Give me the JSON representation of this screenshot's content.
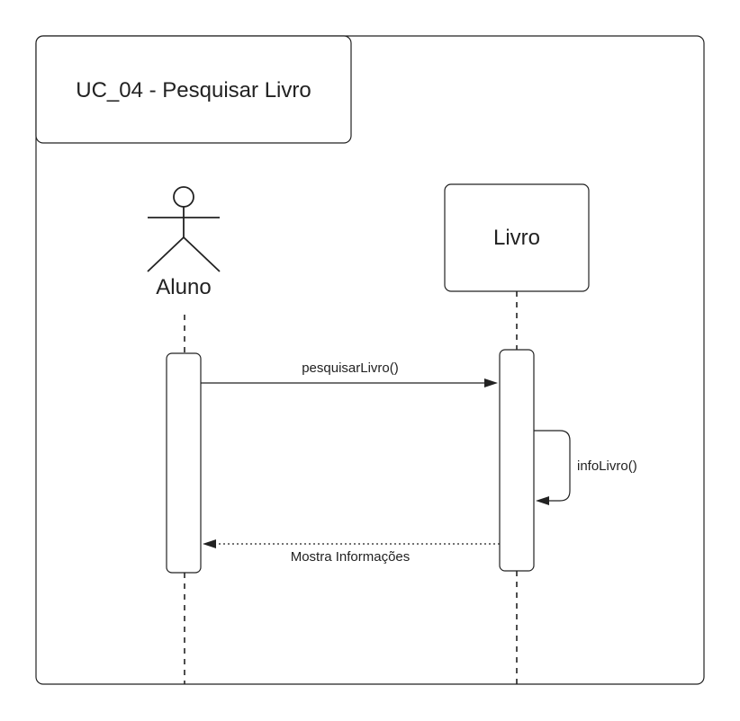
{
  "frame": {
    "title": "UC_04 - Pesquisar Livro"
  },
  "participants": [
    {
      "id": "aluno",
      "kind": "actor",
      "label": "Aluno"
    },
    {
      "id": "livro",
      "kind": "object",
      "label": "Livro"
    }
  ],
  "messages": [
    {
      "from": "aluno",
      "to": "livro",
      "label": "pesquisarLivro()",
      "style": "solid"
    },
    {
      "from": "livro",
      "to": "livro",
      "label": "infoLivro()",
      "style": "solid"
    },
    {
      "from": "livro",
      "to": "aluno",
      "label": "Mostra Informações",
      "style": "dotted"
    }
  ],
  "colors": {
    "stroke": "#222222",
    "background": "#ffffff"
  }
}
